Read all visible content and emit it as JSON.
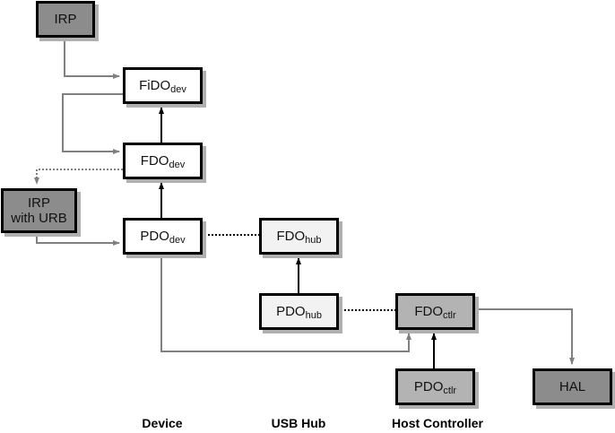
{
  "nodes": {
    "irp": {
      "label": "IRP"
    },
    "fido_dev": {
      "main": "FiDO",
      "sub": "dev"
    },
    "fdo_dev": {
      "main": "FDO",
      "sub": "dev"
    },
    "irp_urb": {
      "line1": "IRP",
      "line2": "with URB"
    },
    "pdo_dev": {
      "main": "PDO",
      "sub": "dev"
    },
    "fdo_hub": {
      "main": "FDO",
      "sub": "hub"
    },
    "pdo_hub": {
      "main": "PDO",
      "sub": "hub"
    },
    "fdo_ctlr": {
      "main": "FDO",
      "sub": "ctlr"
    },
    "pdo_ctlr": {
      "main": "PDO",
      "sub": "ctlr"
    },
    "hal": {
      "label": "HAL"
    }
  },
  "columns": {
    "device": "Device",
    "usb_hub": "USB Hub",
    "host_controller": "Host Controller"
  },
  "edges": [
    {
      "from": "irp",
      "to": "fido_dev",
      "style": "gray-arrow"
    },
    {
      "from": "fido_dev",
      "to": "fdo_dev",
      "style": "gray-arrow"
    },
    {
      "from": "fdo_dev",
      "to": "fido_dev",
      "style": "black-arrow"
    },
    {
      "from": "fdo_dev",
      "to": "irp_urb",
      "style": "gray-dotted-arrow"
    },
    {
      "from": "irp_urb",
      "to": "pdo_dev",
      "style": "gray-arrow"
    },
    {
      "from": "pdo_dev",
      "to": "fdo_dev",
      "style": "black-arrow"
    },
    {
      "from": "pdo_dev",
      "to": "fdo_hub",
      "style": "black-dotted"
    },
    {
      "from": "pdo_hub",
      "to": "fdo_hub",
      "style": "black-arrow"
    },
    {
      "from": "pdo_hub",
      "to": "fdo_ctlr",
      "style": "black-dotted"
    },
    {
      "from": "pdo_dev",
      "to": "fdo_ctlr",
      "style": "gray-arrow"
    },
    {
      "from": "pdo_ctlr",
      "to": "fdo_ctlr",
      "style": "black-arrow"
    },
    {
      "from": "fdo_ctlr",
      "to": "hal",
      "style": "gray-arrow"
    }
  ]
}
